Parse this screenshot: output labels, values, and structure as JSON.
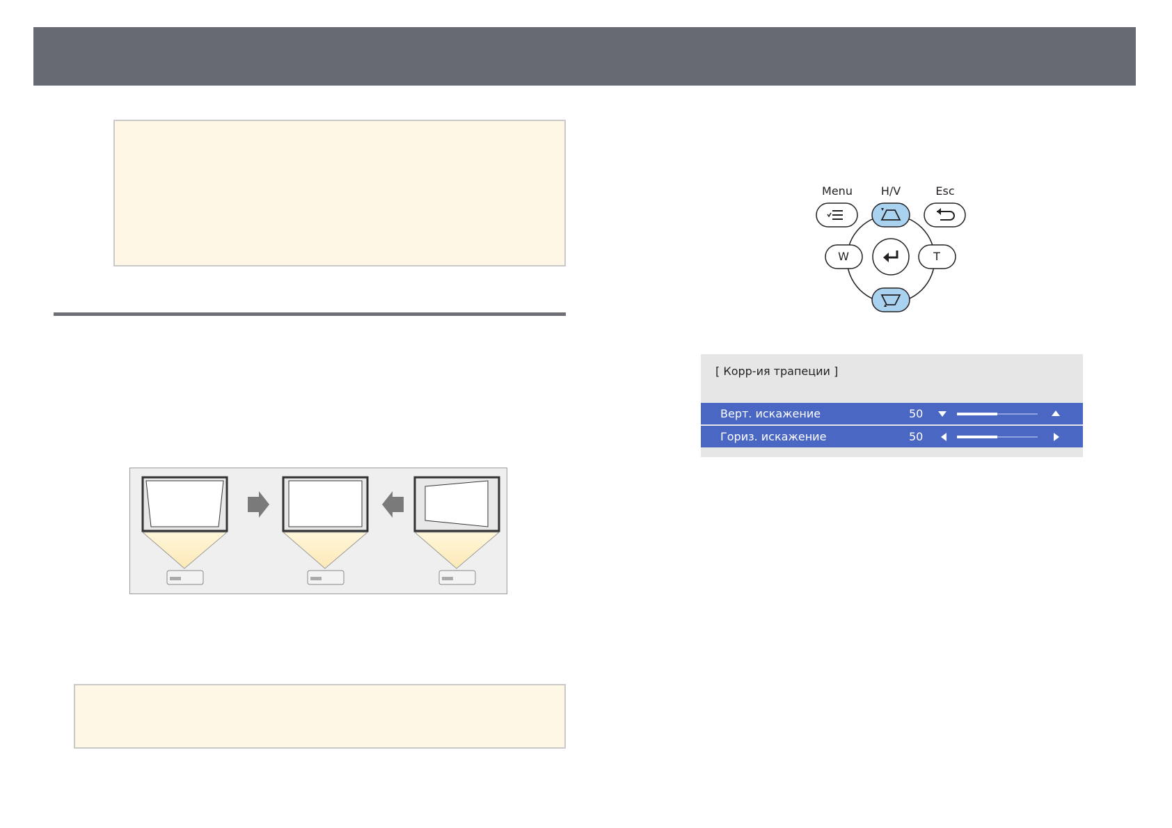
{
  "osd": {
    "title": "[ Корр-ия трапеции ]",
    "rows": [
      {
        "label": "Верт. искажение",
        "value": "50",
        "level": 0.5
      },
      {
        "label": "Гориз. искажение",
        "value": "50",
        "level": 0.5
      }
    ]
  },
  "remote": {
    "menu_label": "Menu",
    "hv_label": "H/V",
    "esc_label": "Esc",
    "w_label": "W",
    "t_label": "T"
  },
  "colors": {
    "header": "#676a72",
    "note_bg": "#fef7e6",
    "osd_row": "#4a67c4",
    "osd_bg": "#e6e6e6",
    "highlight_button": "#a8d2f0"
  },
  "icons": [
    "menu-icon",
    "keystone-up-icon",
    "back-icon",
    "enter-icon",
    "keystone-down-icon",
    "arrow-right-icon",
    "arrow-left-icon",
    "projector-icon"
  ]
}
